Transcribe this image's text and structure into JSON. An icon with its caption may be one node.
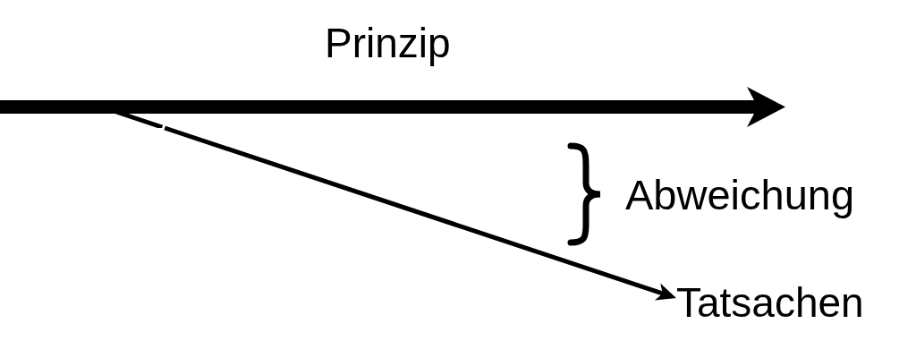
{
  "diagram": {
    "nodes": [
      {
        "text": [
          "Prinzip"
        ]
      },
      {
        "text": [
          "Tatsachen"
        ]
      }
    ],
    "edges": [
      {
        "from": 0,
        "to": 1,
        "arrow": "to"
      }
    ],
    "labels": [
      "Abweichung"
    ]
  }
}
